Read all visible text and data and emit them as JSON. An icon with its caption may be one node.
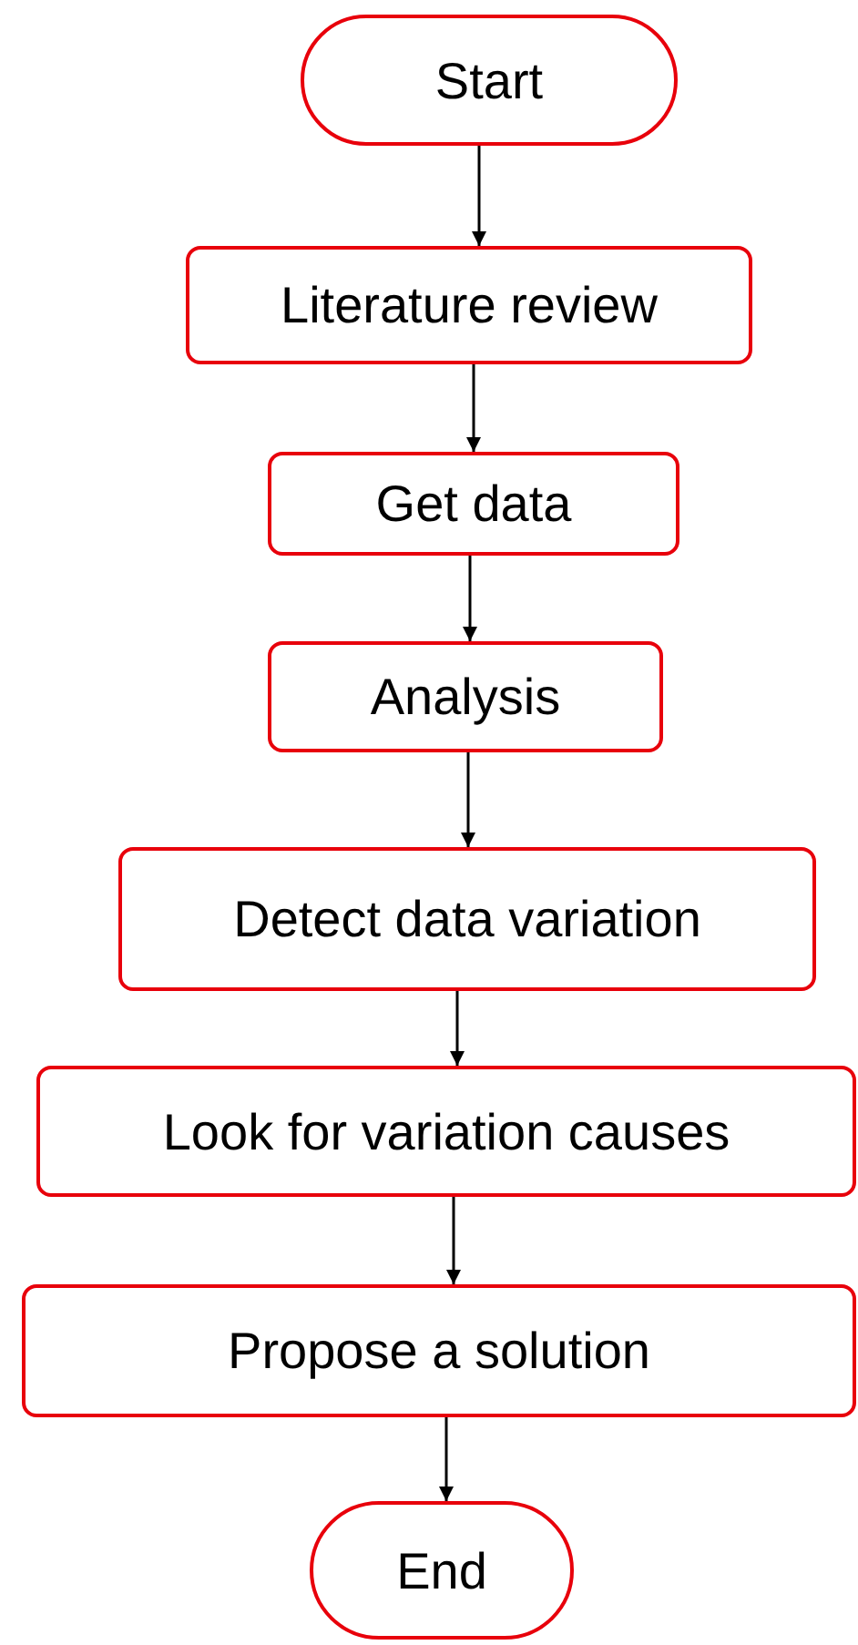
{
  "diagram": {
    "nodes": [
      {
        "text": [
          "Start"
        ]
      },
      {
        "text": [
          "Literature review"
        ]
      },
      {
        "text": [
          "Get data"
        ]
      },
      {
        "text": [
          "Analysis"
        ]
      },
      {
        "text": [
          "Detect data variation"
        ]
      },
      {
        "text": [
          "Look for variation causes"
        ]
      },
      {
        "text": [
          "Propose a solution"
        ]
      },
      {
        "text": [
          "End"
        ]
      }
    ],
    "edges": [
      {
        "from": 0,
        "to": 1,
        "arrow": "to"
      },
      {
        "from": 1,
        "to": 2,
        "arrow": "to"
      },
      {
        "from": 2,
        "to": 3,
        "arrow": "to"
      },
      {
        "from": 3,
        "to": 4,
        "arrow": "to"
      },
      {
        "from": 4,
        "to": 5,
        "arrow": "to"
      },
      {
        "from": 5,
        "to": 6,
        "arrow": "to"
      },
      {
        "from": 6,
        "to": 7,
        "arrow": "to"
      }
    ]
  }
}
